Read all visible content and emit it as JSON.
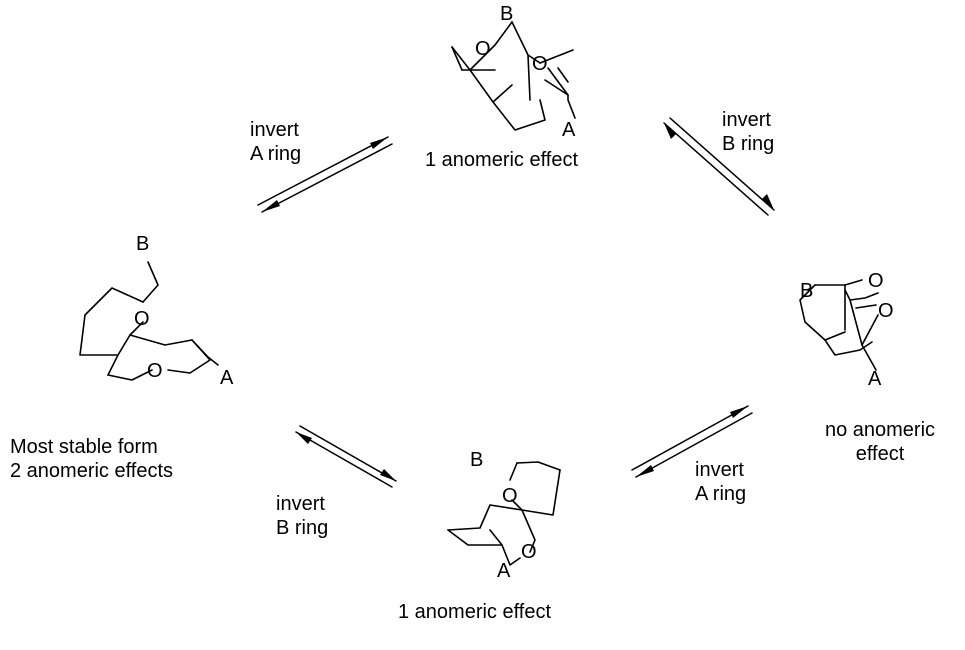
{
  "structures": {
    "top": {
      "caption": "1 anomeric effect",
      "atoms": {
        "b": "B",
        "o1": "O",
        "o2": "O",
        "a": "A"
      }
    },
    "left": {
      "caption_line1": "Most stable form",
      "caption_line2": "2 anomeric effects",
      "atoms": {
        "b": "B",
        "o1": "O",
        "o2": "O",
        "a": "A"
      }
    },
    "right": {
      "caption_line1": "no anomeric",
      "caption_line2": "effect",
      "atoms": {
        "b": "B",
        "o1": "O",
        "o2": "O",
        "a": "A"
      }
    },
    "bottom": {
      "caption": "1 anomeric effect",
      "atoms": {
        "b": "B",
        "o1": "O",
        "o2": "O",
        "a": "A"
      }
    }
  },
  "equilibria": {
    "top_left": {
      "line1": "invert",
      "line2": "A ring"
    },
    "top_right": {
      "line1": "invert",
      "line2": "B ring"
    },
    "bottom_left": {
      "line1": "invert",
      "line2": "B ring"
    },
    "bottom_right": {
      "line1": "invert",
      "line2": "A ring"
    }
  }
}
